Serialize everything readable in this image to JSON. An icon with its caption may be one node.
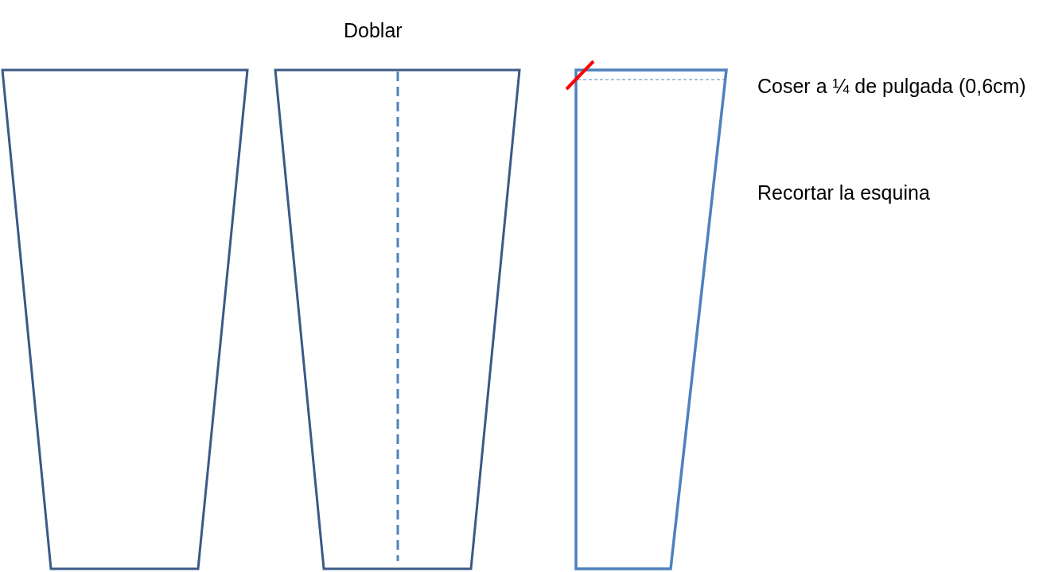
{
  "diagram": {
    "labels": [
      "Doblar",
      "Coser a ¼ de pulgada (0,6cm)",
      "Recortar la esquina"
    ]
  }
}
